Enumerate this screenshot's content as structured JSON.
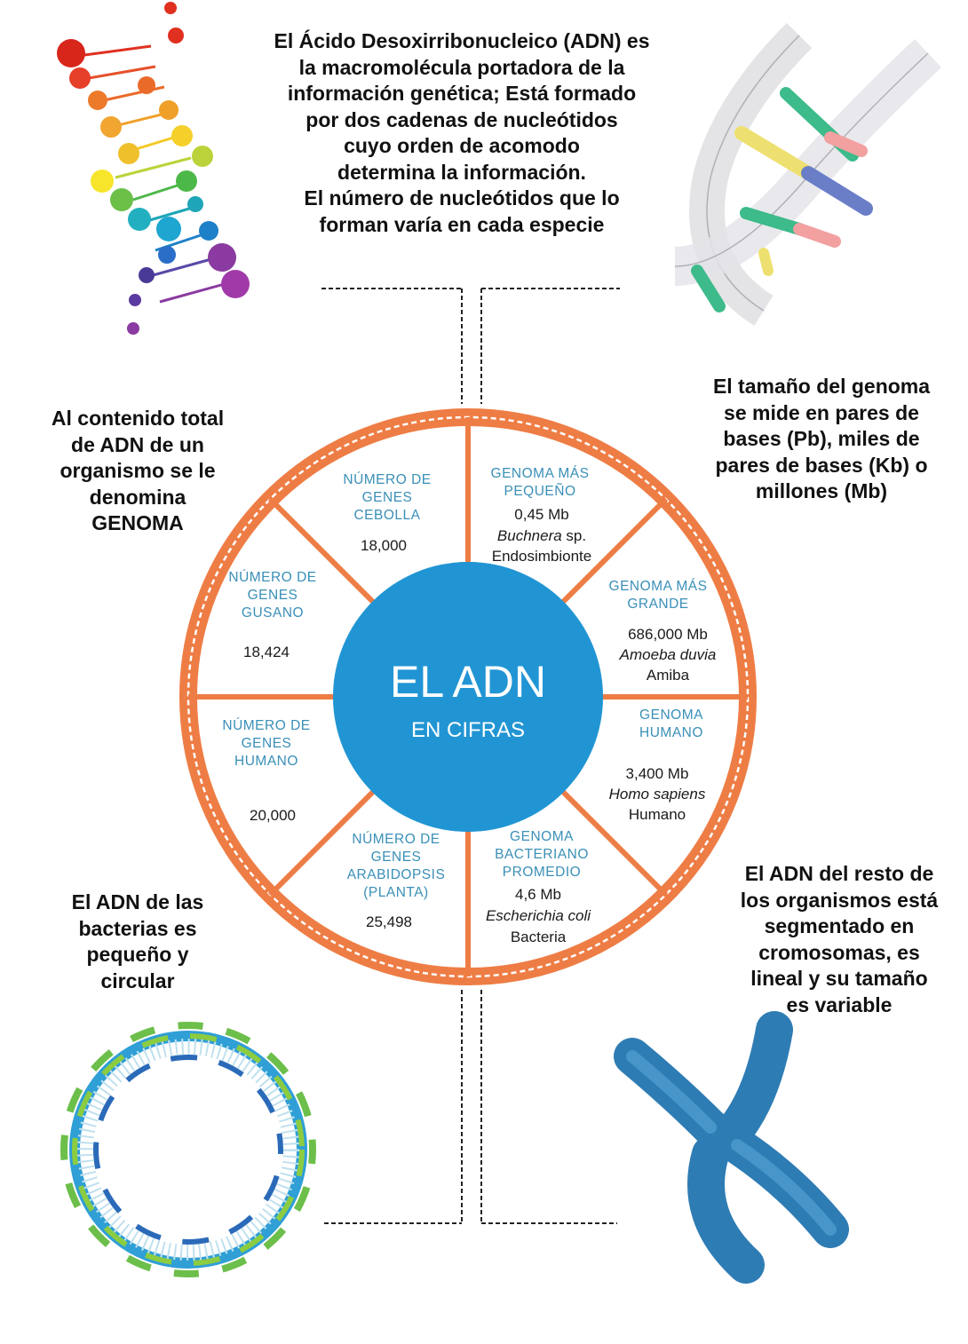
{
  "intro": {
    "lines": [
      "El Ácido Desoxirribonucleico (ADN) es",
      "la macromolécula portadora de la",
      "información genética; Está formado",
      "por dos cadenas de nucleótidos",
      "cuyo orden de acomodo",
      "determina la información.",
      "El número de nucleótidos que lo",
      "forman varía en cada especie"
    ]
  },
  "notes": {
    "genoma_def": [
      "Al contenido total",
      "de ADN de un",
      "organismo se le",
      "denomina",
      "GENOMA"
    ],
    "genome_size": [
      "El tamaño del genoma",
      "se mide en pares de",
      "bases (Pb), miles de",
      "pares de bases (Kb) o",
      "millones (Mb)"
    ],
    "bacteria": [
      "El ADN de las",
      "bacterias es",
      "pequeño y",
      "circular"
    ],
    "rest": [
      "El ADN del resto de",
      "los organismos está",
      "segmentado en",
      "cromosomas, es",
      "lineal y su tamaño",
      "es variable"
    ]
  },
  "center": {
    "title": "EL ADN",
    "subtitle": "EN CIFRAS"
  },
  "segments": {
    "cebolla": {
      "title": [
        "NÚMERO DE",
        "GENES",
        "CEBOLLA"
      ],
      "value": "18,000"
    },
    "gusano": {
      "title": [
        "NÚMERO DE",
        "GENES",
        "GUSANO"
      ],
      "value": "18,424"
    },
    "humano_genes": {
      "title": [
        "NÚMERO DE",
        "GENES",
        "HUMANO"
      ],
      "value": "20,000"
    },
    "arabidopsis": {
      "title": [
        "NÚMERO DE",
        "GENES",
        "ARABIDOPSIS",
        "(PLANTA)"
      ],
      "value": "25,498"
    },
    "pequeno": {
      "title": [
        "GENOMA MÁS",
        "PEQUEÑO"
      ],
      "value": "0,45 Mb",
      "species": "Buchnera",
      "species_suffix": " sp.",
      "common": "Endosimbionte"
    },
    "grande": {
      "title": [
        "GENOMA MÁS",
        "GRANDE"
      ],
      "value": "686,000 Mb",
      "species": "Amoeba duvia",
      "common": "Amiba"
    },
    "humano_genoma": {
      "title": [
        "GENOMA",
        "HUMANO"
      ],
      "value": "3,400 Mb",
      "species": "Homo sapiens",
      "common": "Humano"
    },
    "bacteriano": {
      "title": [
        "GENOMA",
        "BACTERIANO",
        "PROMEDIO"
      ],
      "value": "4,6 Mb",
      "species": "Escherichia coli",
      "common": "Bacteria"
    }
  },
  "colors": {
    "ring": "#ee7d45",
    "center": "#1c8fd0",
    "title_text": "#3a8fb7"
  },
  "icons": [
    "dna-rainbow-icon",
    "dna-helix-sketch-icon",
    "circular-dna-icon",
    "chromosome-icon"
  ]
}
